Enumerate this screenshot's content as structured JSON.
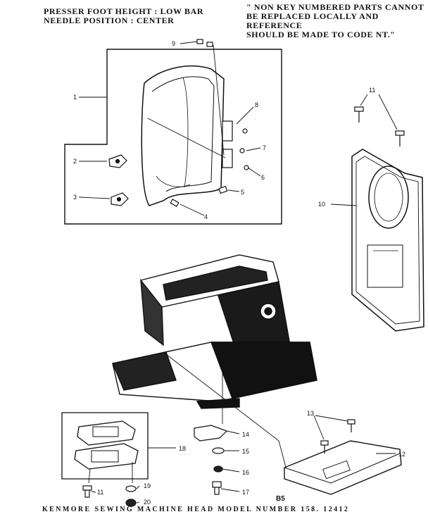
{
  "notes": {
    "left": [
      "PRESSER FOOT HEIGHT : LOW BAR",
      "NEEDLE POSITION : CENTER"
    ],
    "right": [
      "\" NON KEY NUMBERED PARTS CANNOT",
      "BE REPLACED LOCALLY AND REFERENCE",
      "SHOULD BE MADE TO CODE NT.\""
    ]
  },
  "footer": "KENMORE SEWING MACHINE HEAD MODEL NUMBER 158. 12412",
  "code": "B5",
  "callouts": [
    {
      "id": "c1",
      "label": "1"
    },
    {
      "id": "c2",
      "label": "2"
    },
    {
      "id": "c3",
      "label": "3"
    },
    {
      "id": "c4",
      "label": "4"
    },
    {
      "id": "c5",
      "label": "5"
    },
    {
      "id": "c6",
      "label": "6"
    },
    {
      "id": "c7",
      "label": "7"
    },
    {
      "id": "c8",
      "label": "8"
    },
    {
      "id": "c9",
      "label": "9"
    },
    {
      "id": "c10",
      "label": "10"
    },
    {
      "id": "c11",
      "label": "11"
    },
    {
      "id": "c12",
      "label": "12"
    },
    {
      "id": "c13",
      "label": "13"
    },
    {
      "id": "c14",
      "label": "14"
    },
    {
      "id": "c15",
      "label": "15"
    },
    {
      "id": "c16",
      "label": "16"
    },
    {
      "id": "c17",
      "label": "17"
    },
    {
      "id": "c18",
      "label": "18"
    },
    {
      "id": "c19",
      "label": "19"
    },
    {
      "id": "c20",
      "label": "20"
    },
    {
      "id": "c11b",
      "label": "11"
    }
  ]
}
